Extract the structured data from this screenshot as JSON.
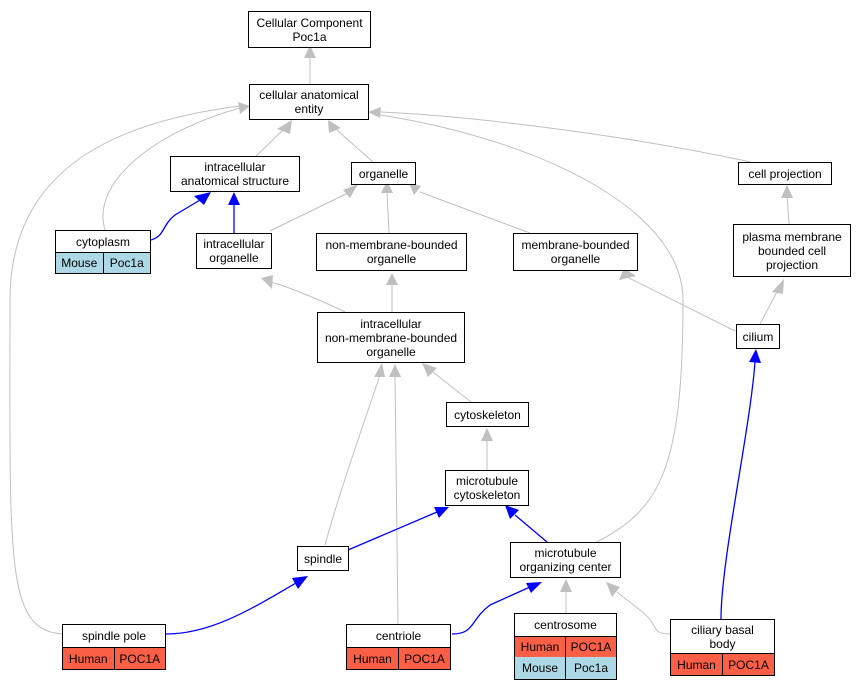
{
  "diagram": {
    "nodes": {
      "root": "Cellular Component\nPoc1a",
      "cae": "cellular anatomical\nentity",
      "ias": "intracellular\nanatomical structure",
      "organelle": "organelle",
      "cellproj": "cell projection",
      "cytoplasm": "cytoplasm",
      "icorg": "intracellular\norganelle",
      "nmbo": "non-membrane-bounded\norganelle",
      "mbo": "membrane-bounded\norganelle",
      "pmbcp": "plasma membrane\nbounded cell\nprojection",
      "icnmbo": "intracellular\nnon-membrane-bounded\norganelle",
      "cilium": "cilium",
      "cytoskeleton": "cytoskeleton",
      "mtcyto": "microtubule\ncytoskeleton",
      "spindle": "spindle",
      "mtoc": "microtubule\norganizing center",
      "spindlepole": "spindle pole",
      "centriole": "centriole",
      "centrosome": "centrosome",
      "ciliarybb": "ciliary basal\nbody"
    },
    "annotations": {
      "cytoplasm": [
        {
          "species": "Mouse",
          "gene": "Poc1a"
        }
      ],
      "spindlepole": [
        {
          "species": "Human",
          "gene": "POC1A"
        }
      ],
      "centriole": [
        {
          "species": "Human",
          "gene": "POC1A"
        }
      ],
      "centrosome": [
        {
          "species": "Human",
          "gene": "POC1A"
        },
        {
          "species": "Mouse",
          "gene": "Poc1a"
        }
      ],
      "ciliarybb": [
        {
          "species": "Human",
          "gene": "POC1A"
        }
      ]
    },
    "colors": {
      "human": "#fb6047",
      "mouse": "#add8e6",
      "edge_default": "#c0c0c0",
      "edge_annotated": "#0000ff"
    }
  }
}
